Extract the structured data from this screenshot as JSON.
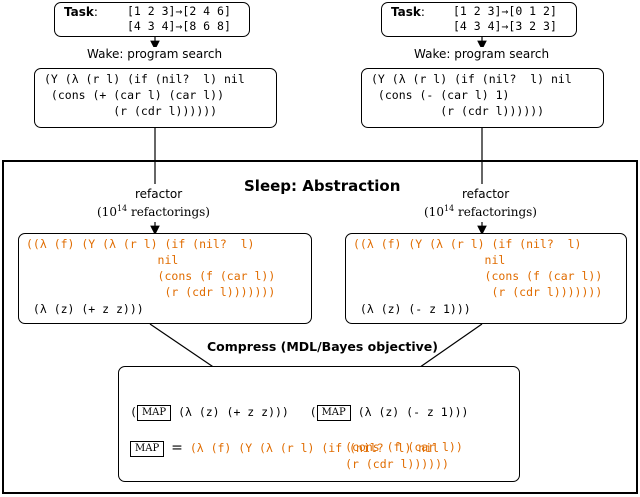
{
  "left": {
    "task_label": "Task",
    "task_colon": ":",
    "task_line1_in": "[1 2 3]",
    "task_line1_out": "[2 4 6]",
    "task_line2_in": "[4 3 4]",
    "task_line2_out": "[8 6 8]",
    "wake_label": "Wake: program search",
    "program_lines": [
      "(Y (λ (r l) (if (nil?  l) nil",
      " (cons (+ (car l) (car l))",
      "          (r (cdr l))))))"
    ],
    "refactor_label": "refactor",
    "refactor_count_base": "(10",
    "refactor_count_exp": "14",
    "refactor_count_rest": " refactorings)",
    "refactored_lines": [
      "((λ (f) (Y (λ (r l) (if (nil?  l)",
      "                   nil",
      "                   (cons (f (car l))",
      "                    (r (cdr l)))))))",
      " (λ (z) (+ z z)))"
    ]
  },
  "right": {
    "task_label": "Task",
    "task_colon": ":",
    "task_line1_in": "[1 2 3]",
    "task_line1_out": "[0 1 2]",
    "task_line2_in": "[4 3 4]",
    "task_line2_out": "[3 2 3]",
    "wake_label": "Wake: program search",
    "program_lines": [
      "(Y (λ (r l) (if (nil?  l) nil",
      " (cons (- (car l) 1)",
      "          (r (cdr l))))))"
    ],
    "refactor_label": "refactor",
    "refactor_count_base": "(10",
    "refactor_count_exp": "14",
    "refactor_count_rest": " refactorings)",
    "refactored_lines": [
      "((λ (f) (Y (λ (r l) (if (nil?  l)",
      "                   nil",
      "                   (cons (f (car l))",
      "                    (r (cdr l)))))))",
      " (λ (z) (- z 1)))"
    ]
  },
  "arrow_glyph": "→",
  "sleep_title": "Sleep: Abstraction",
  "compress_label": "Compress (MDL/Bayes objective)",
  "library": {
    "map_label": "MAP",
    "open_paren": "(",
    "usage1_rest": " (λ (z) (+ z z)))",
    "usage2_rest": " (λ (z) (- z 1)))",
    "equals": "=",
    "def_lines": [
      "(λ (f) (Y (λ (r l) (if (nil?  l) nil",
      "            (cons (f (car l))",
      "            (r (cdr l))))))"
    ]
  }
}
